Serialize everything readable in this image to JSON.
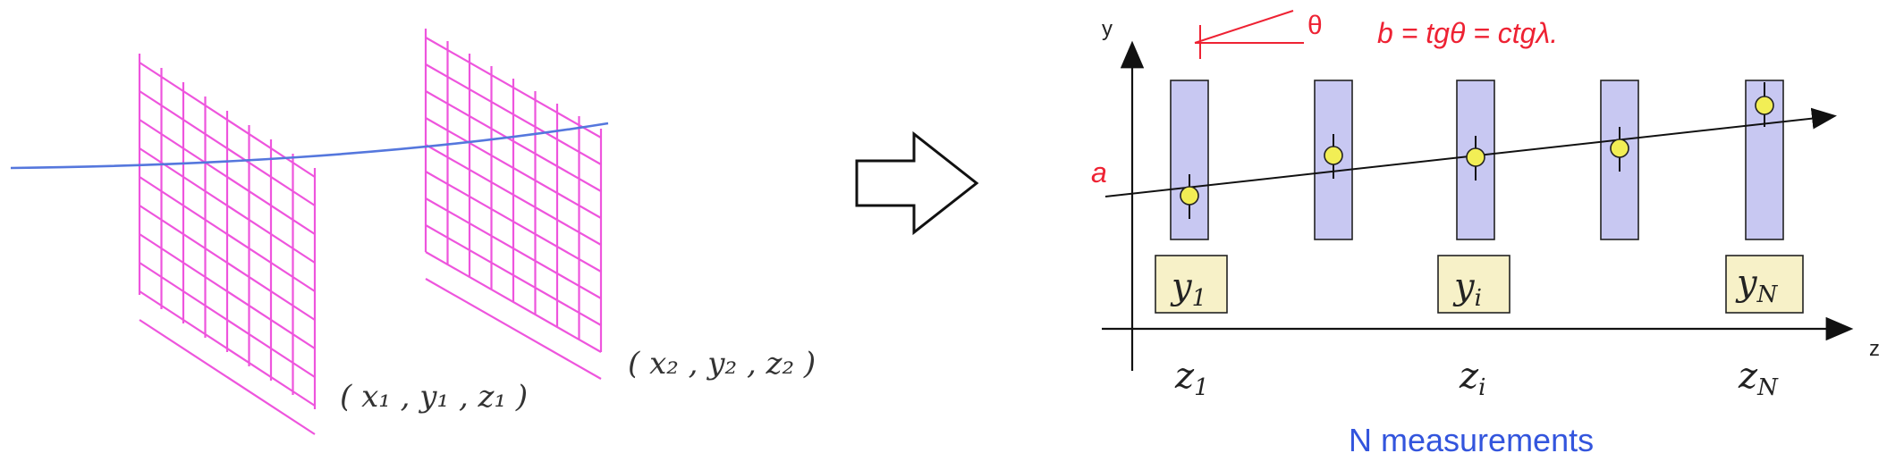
{
  "left": {
    "point1_label": "( x₁ , y₁ , z₁ )",
    "point2_label": "( x₂ , y₂ , z₂ )",
    "grid_color": "#ee55dd",
    "track_color": "#5577dd"
  },
  "arrow": {
    "icon": "right-arrow-icon"
  },
  "right": {
    "y_axis_label": "y",
    "z_axis_label": "z",
    "theta_label": "θ",
    "formula": "b = tgθ = ctgλ.",
    "intercept_label": "a",
    "measurements": [
      {
        "y_label": "y",
        "y_sub": "1",
        "z_label": "z",
        "z_sub": "1"
      },
      {
        "y_label": "y",
        "y_sub": "i",
        "z_label": "z",
        "z_sub": "i"
      },
      {
        "y_label": "y",
        "y_sub": "N",
        "z_label": "z",
        "z_sub": "N"
      }
    ],
    "caption": "N measurements",
    "accent_color": "#ee2233",
    "caption_color": "#3355dd",
    "detector_fill": "#c8c8f2",
    "hit_fill": "#f2ee55",
    "label_box_fill": "#f7f1c8"
  }
}
